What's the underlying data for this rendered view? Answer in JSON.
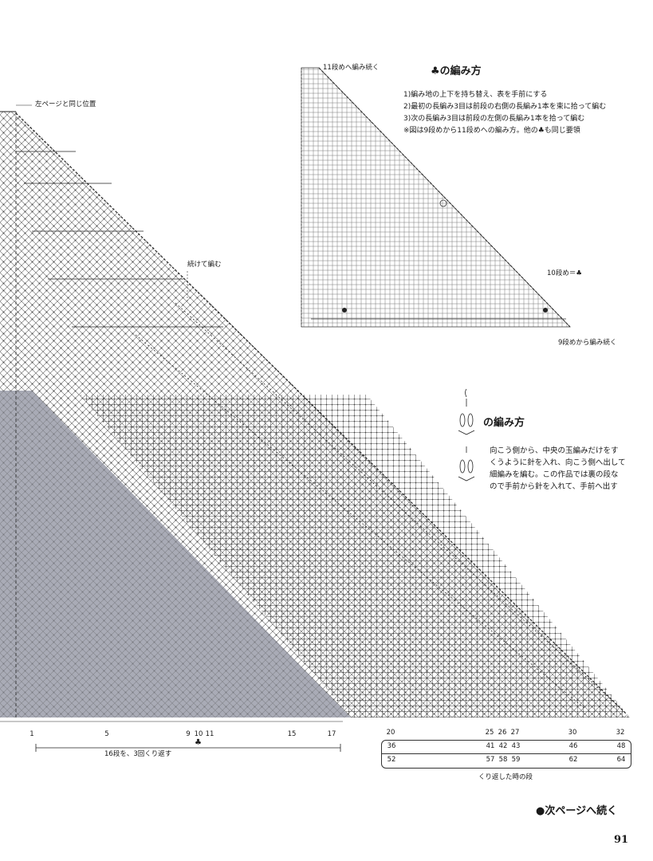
{
  "main_chart": {
    "left_page_label": "左ページと同じ位置",
    "continue_label": "続けて編む",
    "repeat_label": "16段を、3回くり返す",
    "bottom_row_numbers": [
      "1",
      "5",
      "9",
      "10",
      "11",
      "15",
      "17"
    ],
    "club_marker": "♣"
  },
  "club_diagram": {
    "top_label": "11段めへ編み続く",
    "row10_label": "10段め＝♣",
    "bottom_label": "9段めから編み続く"
  },
  "club_instructions": {
    "title": "♣の編み方",
    "lines": [
      "1)編み地の上下を持ち替え、表を手前にする",
      "2)最初の長編み3目は前段の右側の長編み1本を束に拾って編む",
      "3)次の長編み3目は前段の左側の長編み1本を拾って編む",
      "※図は9段めから11段めへの編み方。他の♣も同じ要領"
    ]
  },
  "bobble_instructions": {
    "title": "の編み方",
    "lines": [
      "向こう側から、中央の玉編みだけをす",
      "くうように針を入れ、向こう側へ出して",
      "細編みを編む。この作品では裏の段な",
      "ので手前から針を入れて、手前へ出す"
    ]
  },
  "repeat_table": {
    "top_row": [
      "20",
      "25",
      "26",
      "27",
      "30",
      "32"
    ],
    "rows": [
      [
        "36",
        "41",
        "42",
        "43",
        "46",
        "48"
      ],
      [
        "52",
        "57",
        "58",
        "59",
        "62",
        "64"
      ]
    ],
    "caption": "くり返した時の段"
  },
  "footer": {
    "continue_next": "●次ページへ続く",
    "page_number": "91"
  }
}
